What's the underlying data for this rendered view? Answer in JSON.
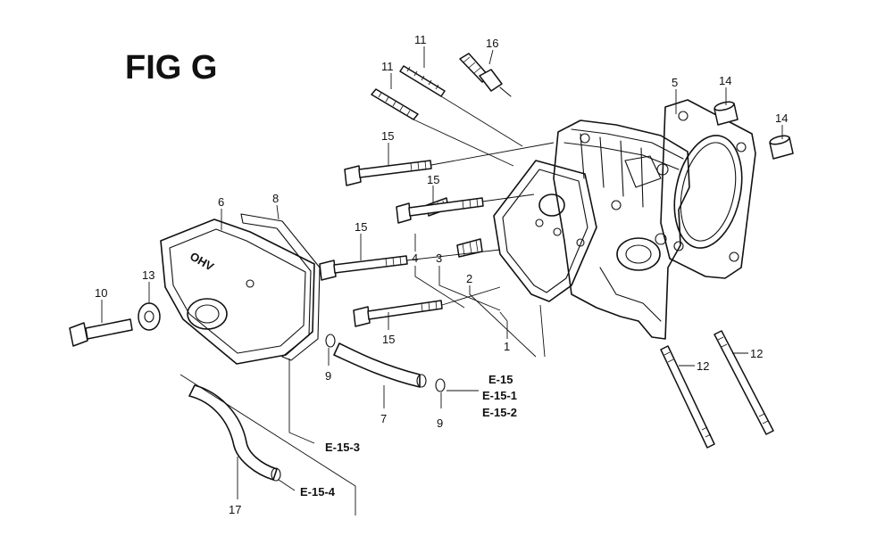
{
  "title": "FIG G",
  "cover_text": "OHV",
  "part_numbers": {
    "p1": "1",
    "p2": "2",
    "p3": "3",
    "p4": "4",
    "p5": "5",
    "p6": "6",
    "p7": "7",
    "p8": "8",
    "p9a": "9",
    "p9b": "9",
    "p10": "10",
    "p11a": "11",
    "p11b": "11",
    "p12a": "12",
    "p12b": "12",
    "p13": "13",
    "p14a": "14",
    "p14b": "14",
    "p15a": "15",
    "p15b": "15",
    "p15c": "15",
    "p15d": "15",
    "p16": "16",
    "p17": "17"
  },
  "references": {
    "e15": "E-15",
    "e15_1": "E-15-1",
    "e15_2": "E-15-2",
    "e15_3": "E-15-3",
    "e15_4": "E-15-4"
  }
}
